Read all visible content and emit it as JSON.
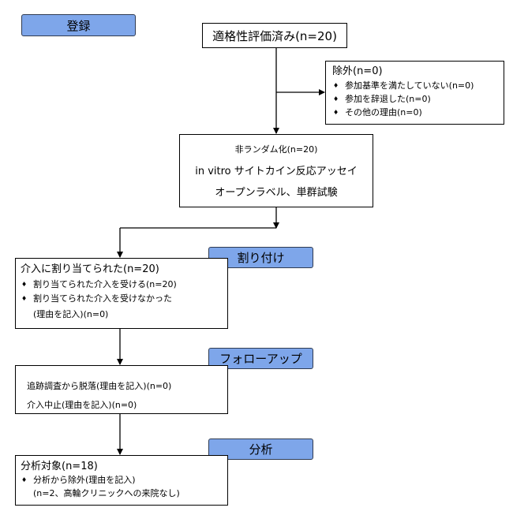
{
  "stages": {
    "enrollment": "登録",
    "allocation": "割り付け",
    "follow_up": "フォローアップ",
    "analysis": "分析"
  },
  "eligibility": {
    "text": "適格性評価済み(n=20)"
  },
  "excluded": {
    "title": "除外(n=0)",
    "items": [
      "参加基準を満たしていない(n=0)",
      "参加を辞退した(n=0)",
      "その他の理由(n=0)"
    ]
  },
  "nonrandomized": {
    "line1": "非ランダム化(n=20)",
    "line2": "in vitro サイトカイン反応アッセイ",
    "line3": "オープンラベル、単群試験"
  },
  "allocated": {
    "title": "介入に割り当てられた(n=20)",
    "items": [
      "割り当てられた介入を受ける(n=20)",
      "割り当てられた介入を受けなかった"
    ],
    "note": "(理由を記入)(n=0)"
  },
  "followup_box": {
    "line1": "追跡調査から脱落(理由を記入)(n=0)",
    "line2": "介入中止(理由を記入)(n=0)"
  },
  "analysis_box": {
    "title": "分析対象(n=18)",
    "items": [
      "分析から除外(理由を記入)"
    ],
    "note": "(n=2、高輪クリニックへの来院なし)"
  }
}
